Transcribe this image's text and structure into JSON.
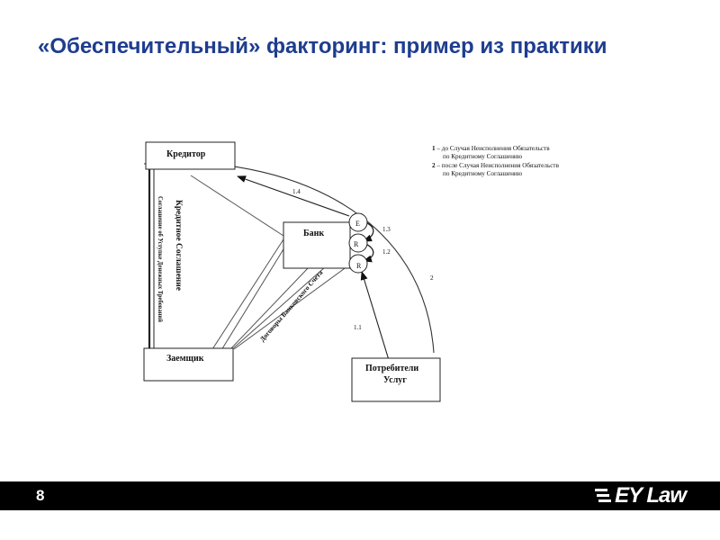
{
  "slide": {
    "title": "«Обеспечительный» факторинг: пример из практики",
    "page_number": "8",
    "logo_text": "EY Law"
  },
  "diagram": {
    "nodes": {
      "creditor": "Кредитор",
      "bank": "Банк",
      "borrower": "Заемщик",
      "consumers_line1": "Потребители",
      "consumers_line2": "Услуг"
    },
    "accounts": [
      "E",
      "R",
      "R"
    ],
    "labels": {
      "credit_agreement": "Кредитное Соглашение",
      "assignment_agreement": "Соглашение об Уступке Денежных Требований",
      "bank_account_agreement": "Договоры Банковского Счета",
      "edge_1_1": "1.1",
      "edge_1_2": "1.2",
      "edge_1_3": "1.3",
      "edge_1_4": "1.4",
      "edge_2": "2"
    },
    "legend": {
      "item1_num": "1",
      "item1_line1": " – до Случая Неисполнения Обязательств",
      "item1_line2": "по Кредитному Соглашению",
      "item2_num": "2",
      "item2_line1": " – после Случая Неисполнения Обязательств",
      "item2_line2": "по Кредитному Соглашению"
    }
  }
}
